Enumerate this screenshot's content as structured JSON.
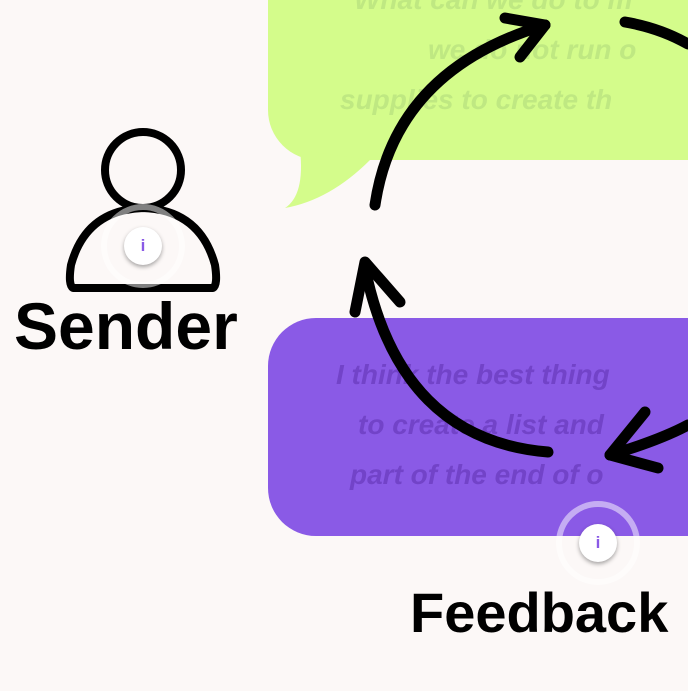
{
  "message_bubble": {
    "lines": [
      "What can we do to m",
      "we do not run o",
      "supplies to create th"
    ]
  },
  "feedback_bubble": {
    "lines": [
      "I think the best thing",
      "to create a list and",
      "part of  the end of o"
    ]
  },
  "labels": {
    "sender": "Sender",
    "feedback": "Feedback"
  },
  "info_buttons": {
    "glyph": "i"
  },
  "colors": {
    "message": "#d4fc8b",
    "feedback": "#8a5ae6",
    "background": "#fcf8f7"
  }
}
